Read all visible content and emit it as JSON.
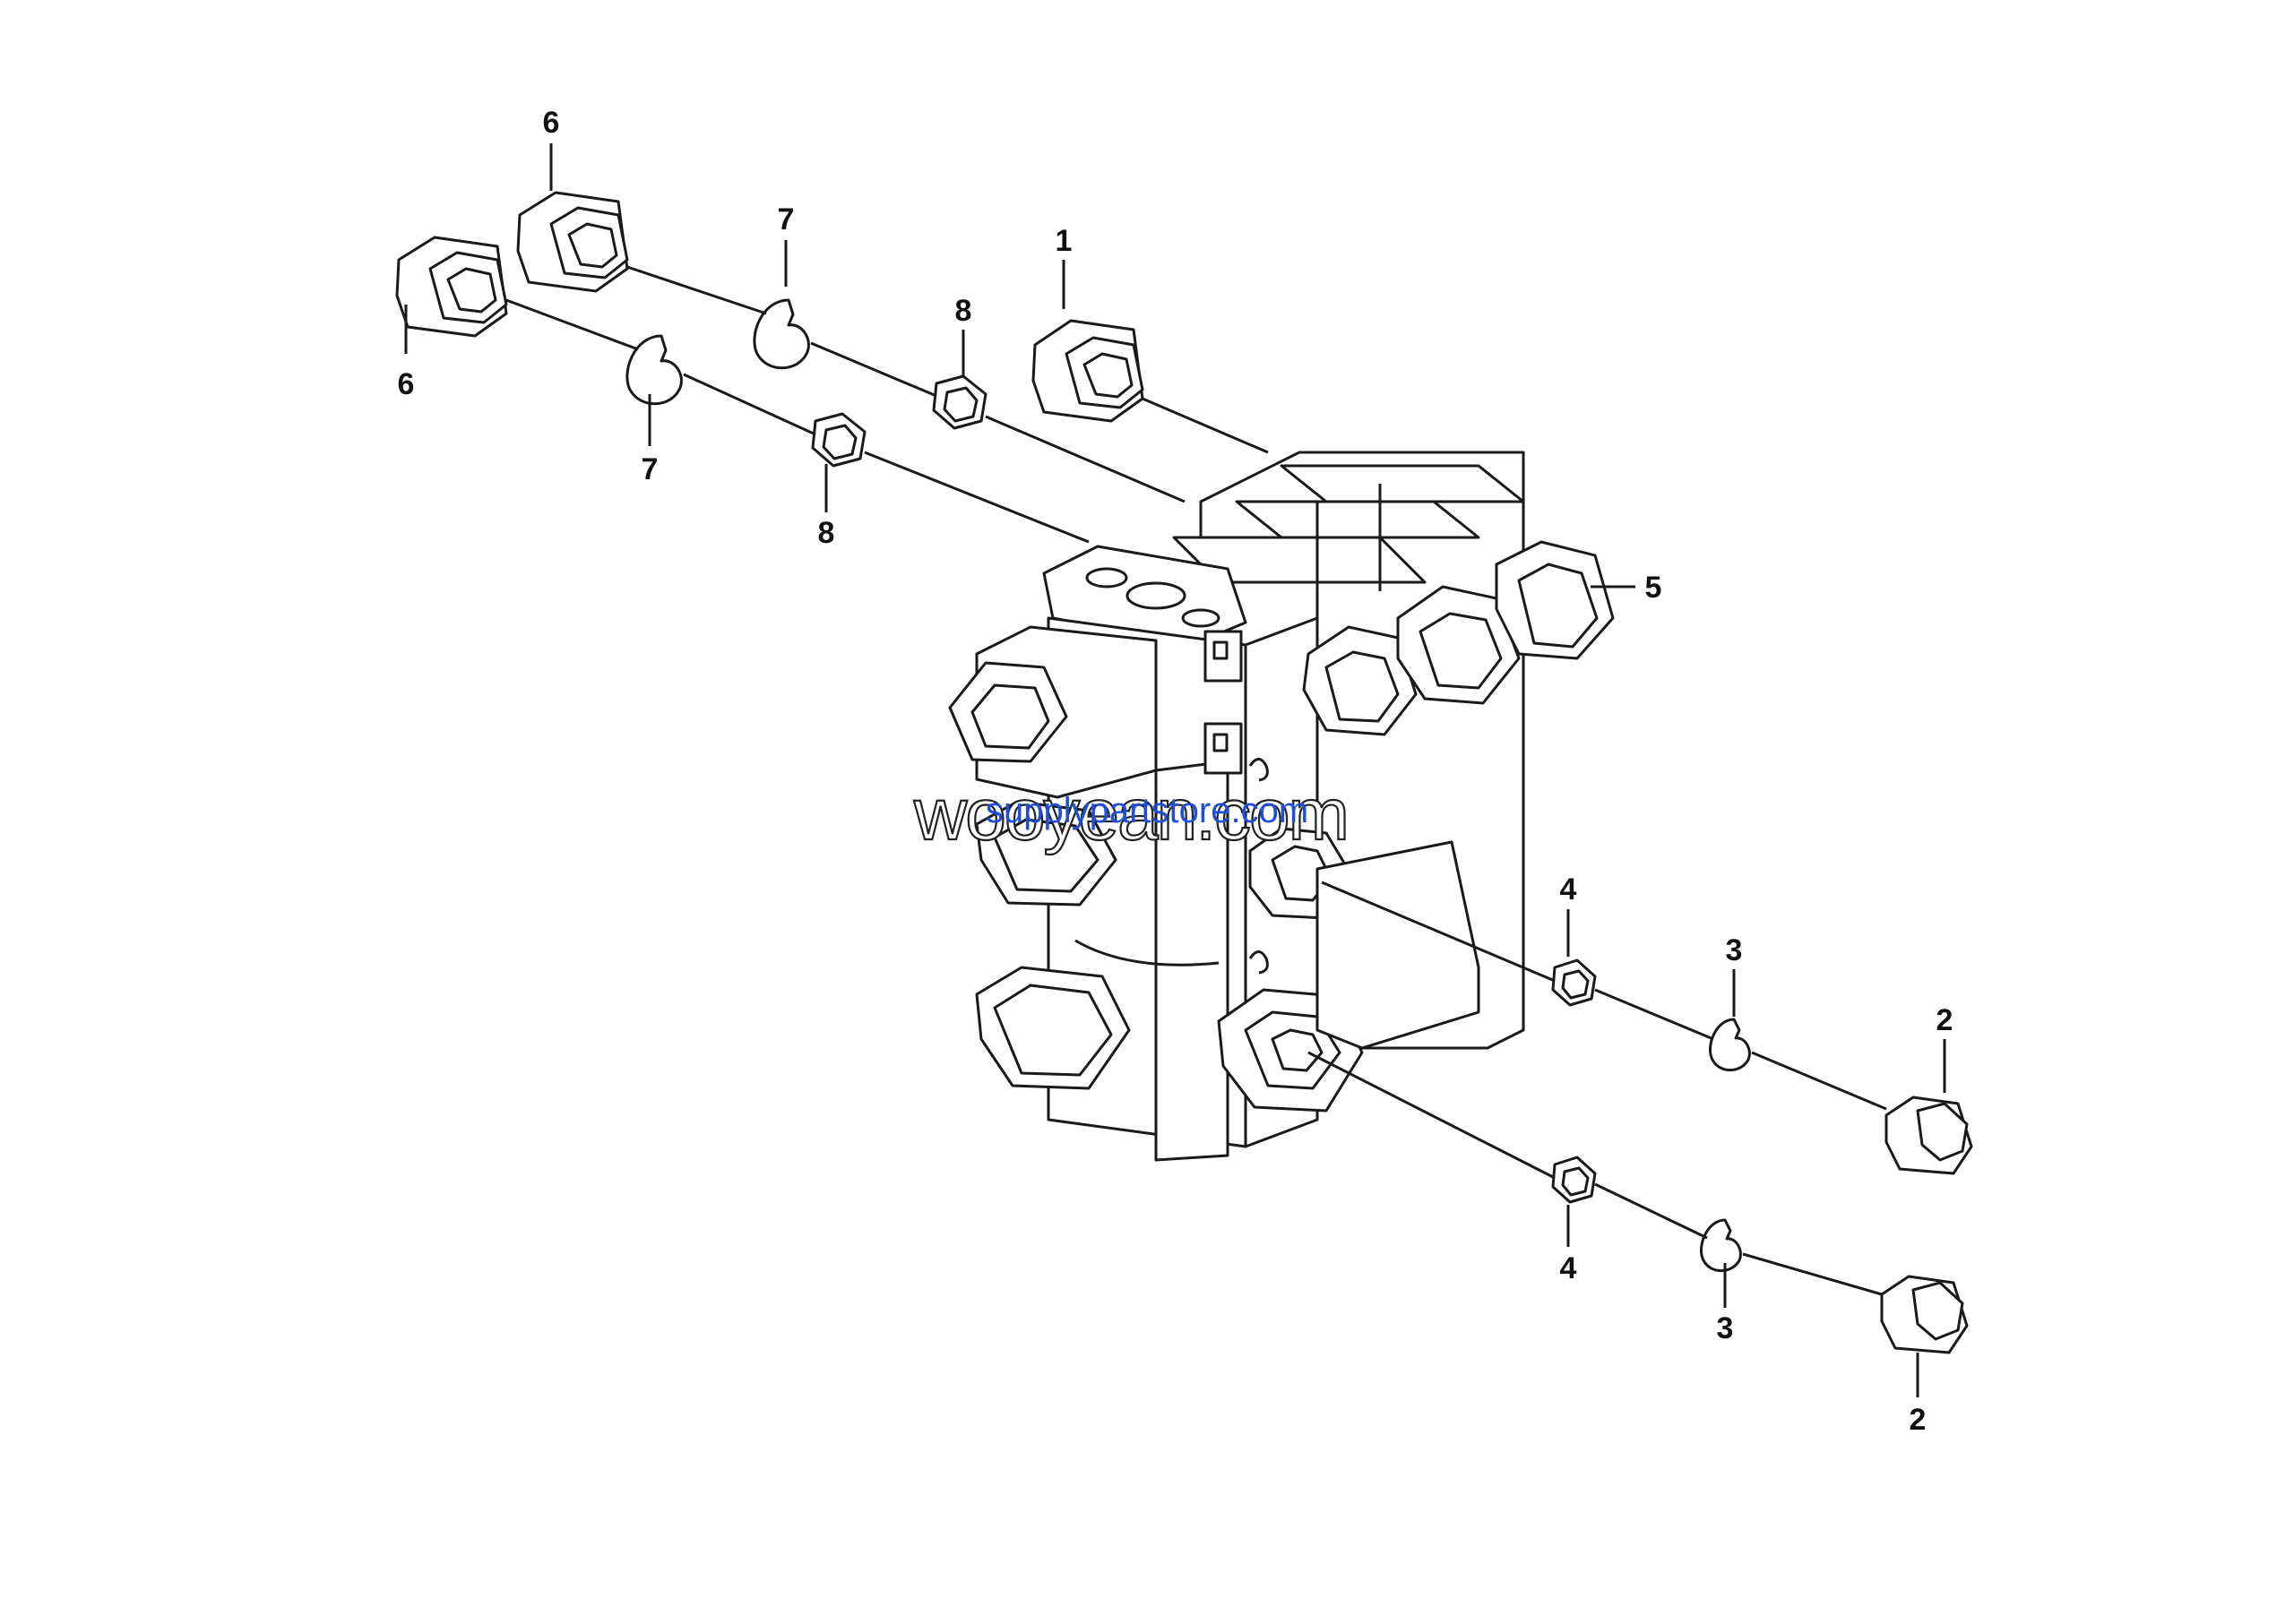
{
  "callouts": {
    "c1": "1",
    "c2a": "2",
    "c2b": "2",
    "c3a": "3",
    "c3b": "3",
    "c4a": "4",
    "c4b": "4",
    "c5": "5",
    "c6a": "6",
    "c6b": "6",
    "c7a": "7",
    "c7b": "7",
    "c8a": "8",
    "c8b": "8"
  },
  "watermarks": {
    "primary": "wooyean.com",
    "secondary": "supplypartstore.com"
  },
  "colors": {
    "line": "#1a1a1a",
    "watermark_secondary": "#1f4fd6",
    "background": "#ffffff"
  }
}
